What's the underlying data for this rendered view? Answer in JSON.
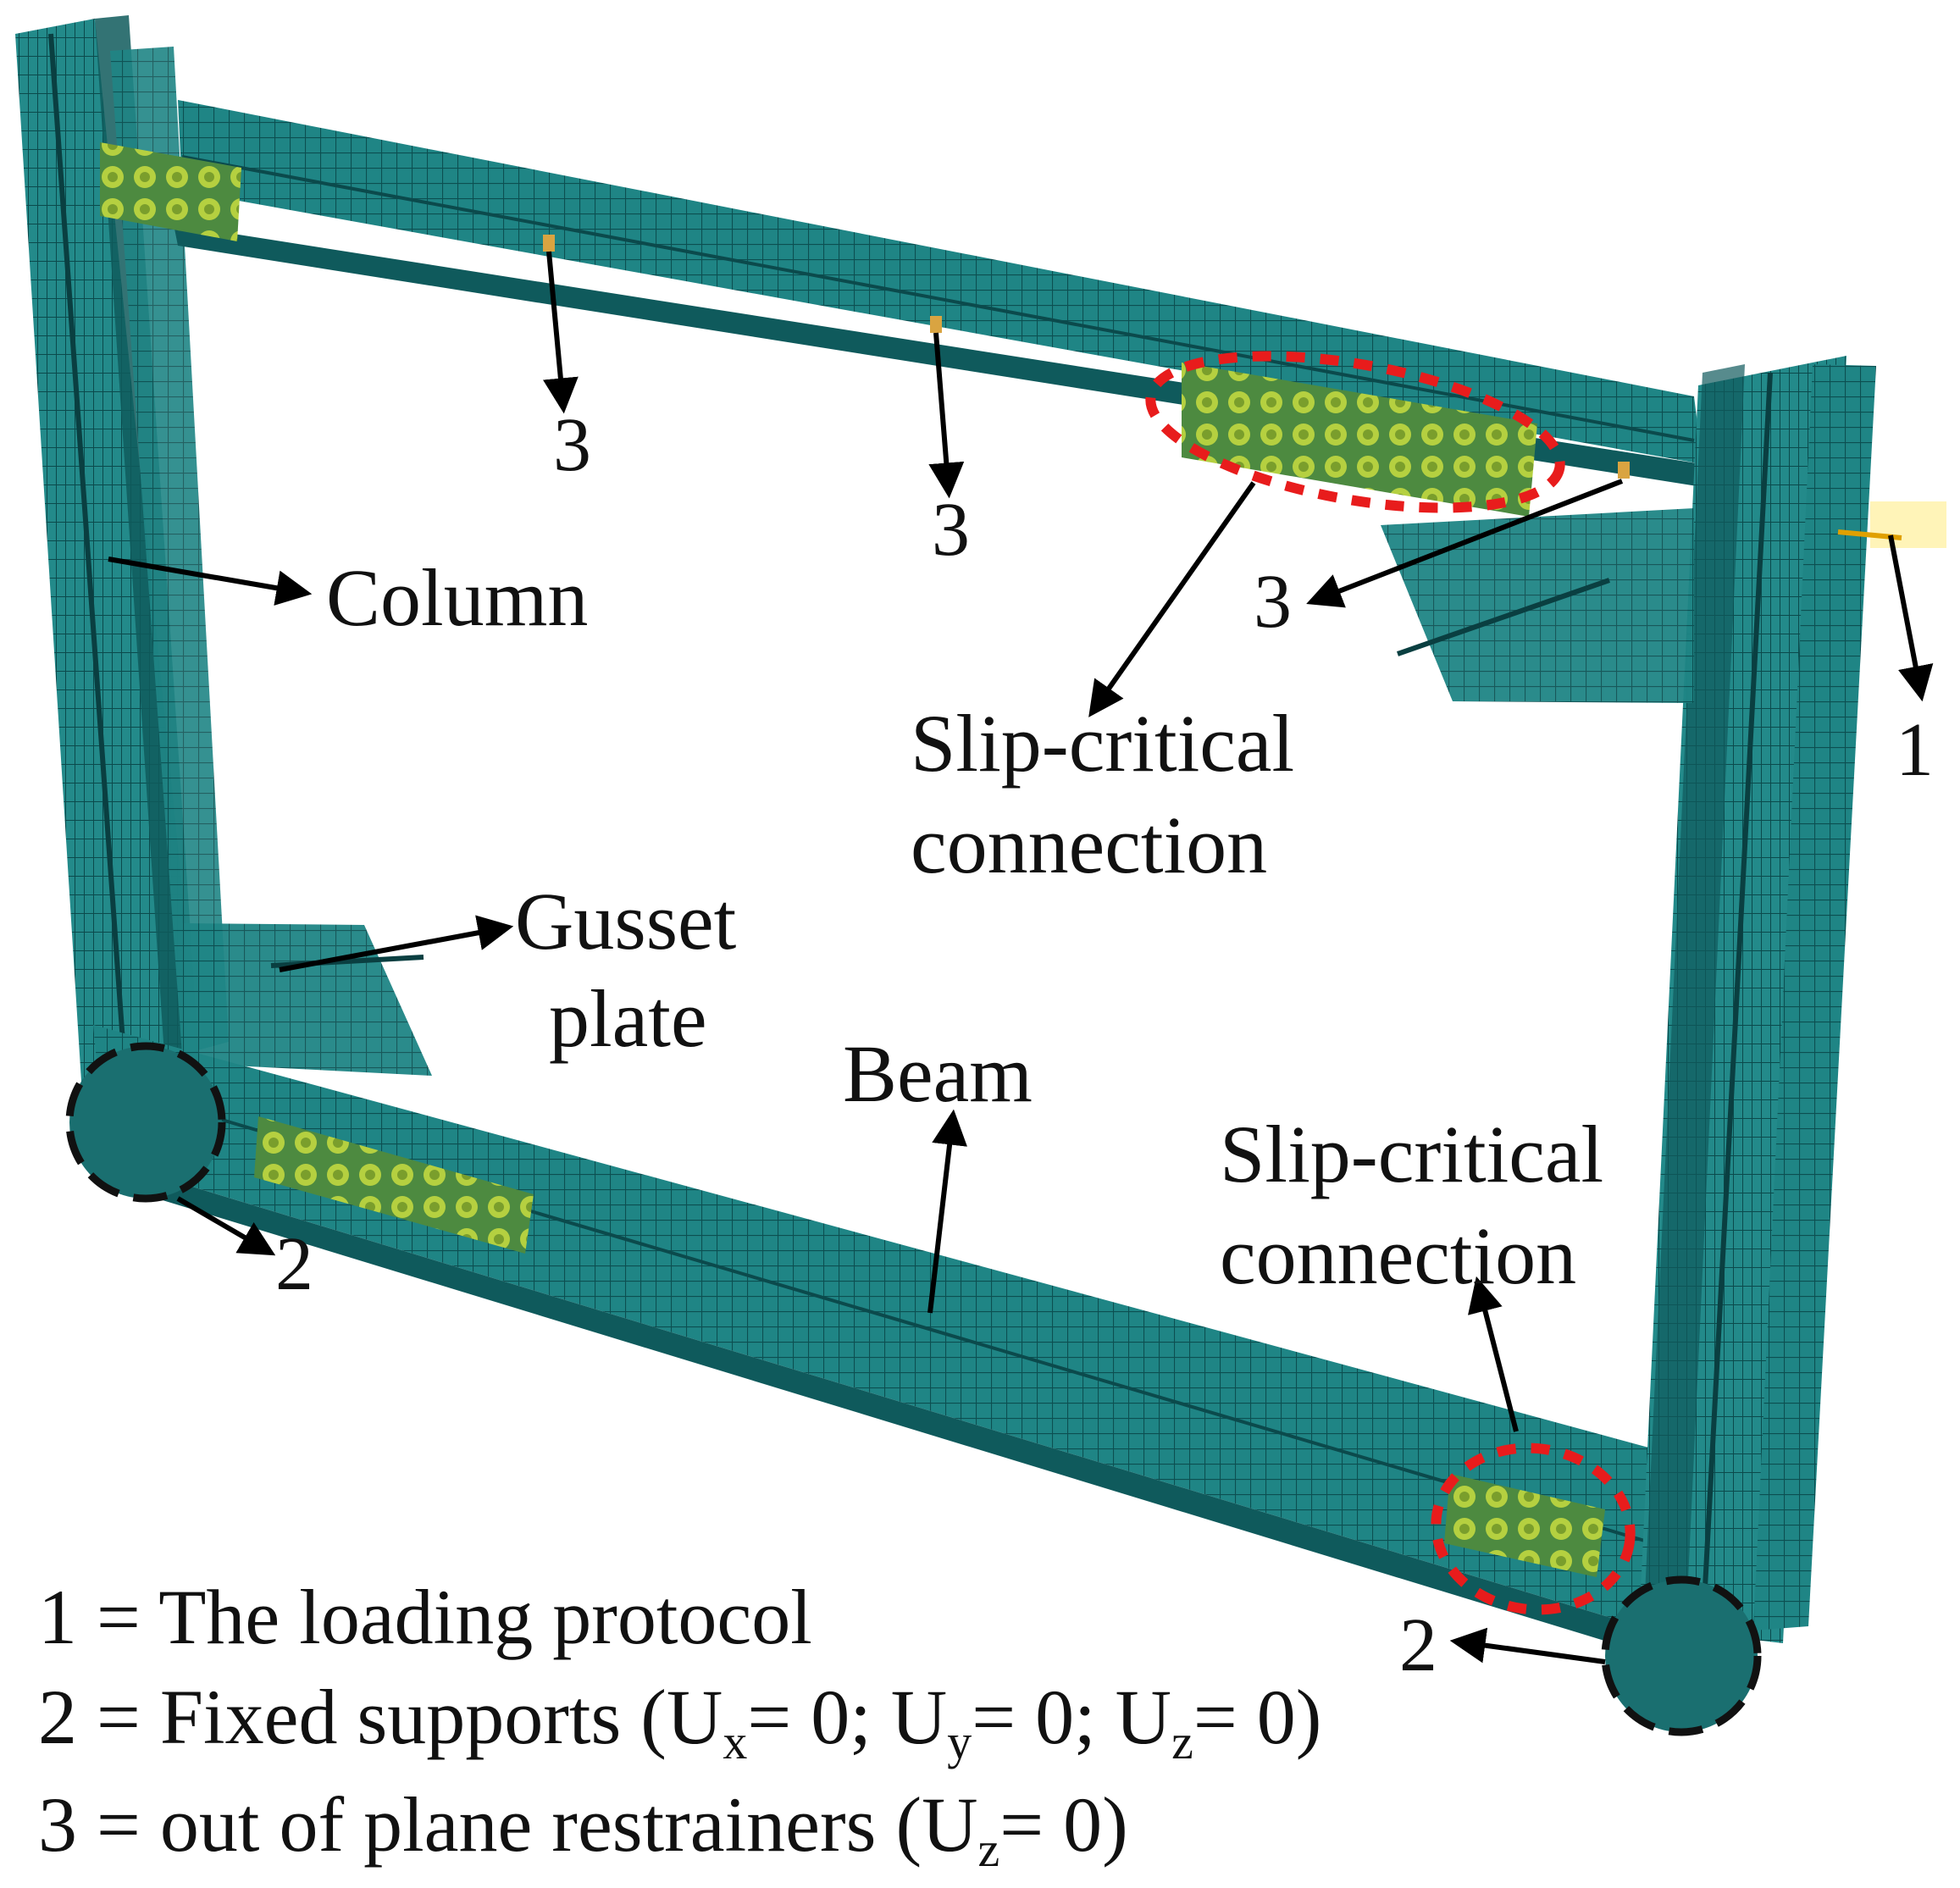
{
  "labels": {
    "column": "Column",
    "gusset_line1": "Gusset",
    "gusset_line2": "plate",
    "beam": "Beam",
    "slip_top_line1": "Slip-critical",
    "slip_top_line2": "connection",
    "slip_bottom_line1": "Slip-critical",
    "slip_bottom_line2": "connection",
    "marker_1": "1",
    "marker_2_left": "2",
    "marker_2_right": "2",
    "marker_3a": "3",
    "marker_3b": "3",
    "marker_3c": "3"
  },
  "legend": {
    "line1": "1 = The loading protocol",
    "line2_a": "2 = Fixed supports (U",
    "line2_sub_x": "x",
    "line2_b": "= 0; U",
    "line2_sub_y": "y",
    "line2_c": "= 0; U",
    "line2_sub_z": "z",
    "line2_d": "= 0)",
    "line3_a": "3 = out of plane restrainers (U",
    "line3_sub_z": "z",
    "line3_b": "= 0)"
  },
  "colors": {
    "steel": "#1f8585",
    "steel_dark": "#0f5a5c",
    "steel_light": "#3aa6a6",
    "bolt": "#a8c83a",
    "highlight": "#e81c1c",
    "support": "#111111"
  }
}
